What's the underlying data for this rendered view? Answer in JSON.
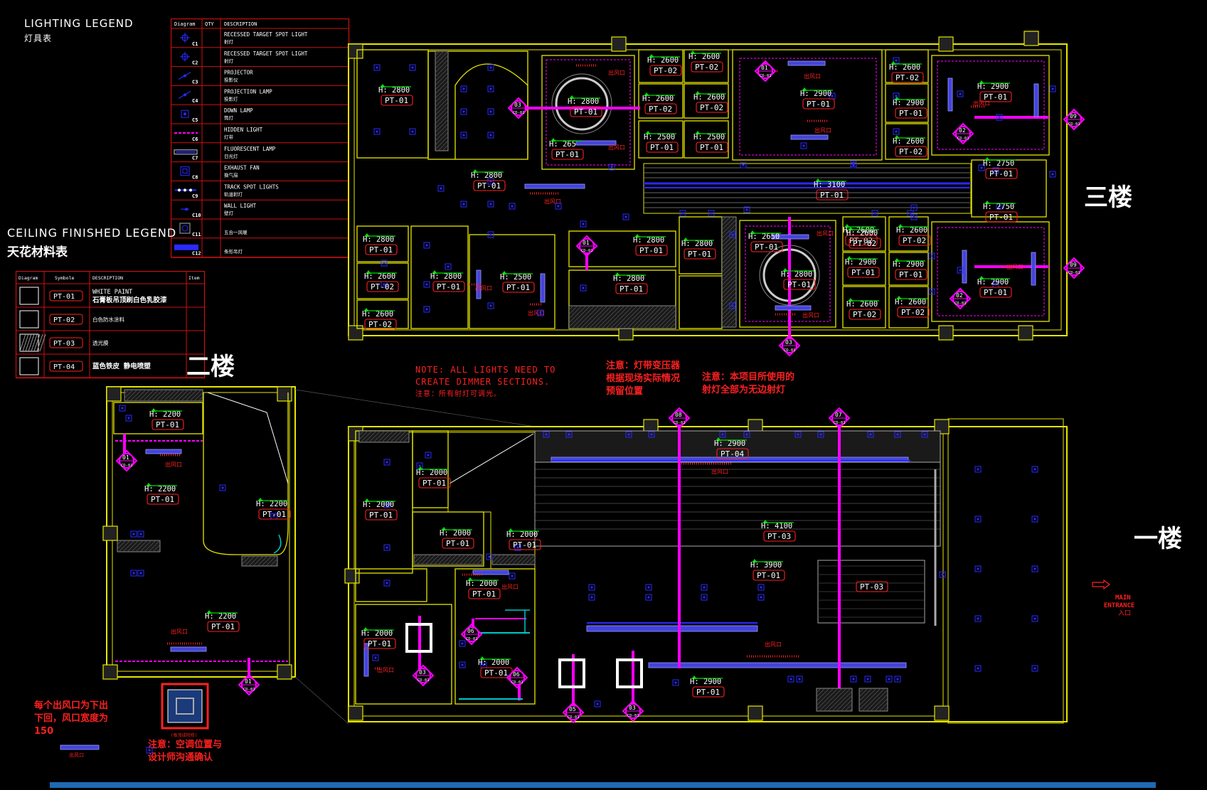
{
  "lighting_legend": {
    "title": "LIGHTING LEGEND",
    "subtitle": "灯具表",
    "headers": [
      "Diagram",
      "QTY",
      "DESCRIPTION"
    ],
    "rows": [
      {
        "code": "C1",
        "en": "RECESSED TARGET SPOT LIGHT",
        "cn": "射灯"
      },
      {
        "code": "C2",
        "en": "RECESSED TARGET SPOT LIGHT",
        "cn": "射灯"
      },
      {
        "code": "C3",
        "en": "PROJECTOR",
        "cn": "投影仪"
      },
      {
        "code": "C4",
        "en": "PROJECTION LAMP",
        "cn": "投影灯"
      },
      {
        "code": "C5",
        "en": "DOWN LAMP",
        "cn": "筒灯"
      },
      {
        "code": "C6",
        "en": "HIDDEN LIGHT",
        "cn": "灯带"
      },
      {
        "code": "C7",
        "en": "FLUORESCENT LAMP",
        "cn": "日光灯"
      },
      {
        "code": "C8",
        "en": "EXHAUST FAN",
        "cn": "换气扇"
      },
      {
        "code": "C9",
        "en": "TRACK SPOT LIGHTS",
        "cn": "轨道射灯"
      },
      {
        "code": "C10",
        "en": "WALL LIGHT",
        "cn": "壁灯"
      },
      {
        "code": "C11",
        "en": "",
        "cn": "五合一风暖"
      },
      {
        "code": "C12",
        "en": "",
        "cn": "条形吊灯"
      }
    ]
  },
  "ceiling_legend": {
    "title": "CEILING FINISHED LEGEND",
    "subtitle": "天花材料表",
    "headers": [
      "Diagram",
      "Symbole",
      "DESCRIPTION",
      "Item"
    ],
    "rows": [
      {
        "symbol": "PT-01",
        "en": "WHITE PAINT",
        "cn": "石膏板吊顶刷白色乳胶漆"
      },
      {
        "symbol": "PT-02",
        "en": "",
        "cn": "白色防水涂料"
      },
      {
        "symbol": "PT-03",
        "en": "",
        "cn": "透光膜"
      },
      {
        "symbol": "PT-04",
        "en": "",
        "cn": "蓝色铁皮 静电喷塑"
      }
    ]
  },
  "floor_labels": {
    "third": "三楼",
    "second": "二楼",
    "first": "一楼"
  },
  "notes": {
    "dimmer_en": "NOTE: ALL LIGHTS NEED TO CREATE DIMMER SECTIONS.",
    "dimmer_cn": "注意：所有射灯可调光。",
    "transformer_1": "注意：灯带变压器",
    "transformer_2": "根据现场实际情况",
    "transformer_3": "预留位置",
    "spot_1": "注意：本项目所使用的",
    "spot_2": "射灯全部为无边射灯",
    "vent_1": "每个出风口为下出",
    "vent_2": "下回，风口宽度为",
    "vent_3": "150",
    "vent_legend": "出风口",
    "ac_1": "注意：空调位置与",
    "ac_2": "设计师沟通确认",
    "ac_box_label": "(板顶成检修)",
    "entrance_1": "MAIN",
    "entrance_2": "ENTRANCE",
    "entrance_3": "入口"
  },
  "tags": {
    "third_floor": [
      {
        "h": "H: 2800",
        "pt": "PT-01"
      },
      {
        "h": "H: 2800",
        "pt": "PT-01"
      },
      {
        "h": "H: 2800",
        "pt": "PT-01"
      },
      {
        "h": "H: 265",
        "pt": "PT-01"
      },
      {
        "h": "H: 2600",
        "pt": "PT-02"
      },
      {
        "h": "H: 2600",
        "pt": "PT-02"
      },
      {
        "h": "H: 2600",
        "pt": "PT-02"
      },
      {
        "h": "H: 2600",
        "pt": "PT-02"
      },
      {
        "h": "H: 2500",
        "pt": "PT-01"
      },
      {
        "h": "H: 2500",
        "pt": "PT-01"
      },
      {
        "h": "H: 2900",
        "pt": "PT-01"
      },
      {
        "h": "H: 2600",
        "pt": "PT-02"
      },
      {
        "h": "H: 2900",
        "pt": "PT-01"
      },
      {
        "h": "H: 2600",
        "pt": "PT-02"
      },
      {
        "h": "H: 2900",
        "pt": "PT-01"
      },
      {
        "h": "H: 2750",
        "pt": "PT-01"
      },
      {
        "h": "H: 3100",
        "pt": "PT-01"
      },
      {
        "h": "H: 2750",
        "pt": "PT-01"
      },
      {
        "h": "H: 2600",
        "pt": "PT-02"
      },
      {
        "h": "H: 2600",
        "pt": "PT-02"
      },
      {
        "h": "H: 2600",
        "pt": "PT-02"
      },
      {
        "h": "H: 2800",
        "pt": "PT-01"
      },
      {
        "h": "H: 2800",
        "pt": "PT-01"
      },
      {
        "h": "H: 2500",
        "pt": "PT-01"
      },
      {
        "h": "H: 2800",
        "pt": "PT-01"
      },
      {
        "h": "H: 2800",
        "pt": "PT-01"
      },
      {
        "h": "H: 2800",
        "pt": "PT-01"
      },
      {
        "h": "H: 2650",
        "pt": "PT-01"
      },
      {
        "h": "H: 2800",
        "pt": "PT-01"
      },
      {
        "h": "H: 2600",
        "pt": "PT-02"
      },
      {
        "h": "H: 2600",
        "pt": "PT-02"
      },
      {
        "h": "H: 2900",
        "pt": "PT-01"
      },
      {
        "h": "H: 2900",
        "pt": "PT-01"
      },
      {
        "h": "H: 2600",
        "pt": "PT-02"
      },
      {
        "h": "H: 2600",
        "pt": "PT-02"
      },
      {
        "h": "H: 2900",
        "pt": "PT-01"
      }
    ],
    "second_floor": [
      {
        "h": "H: 2200",
        "pt": "PT-01"
      },
      {
        "h": "H: 2200",
        "pt": "PT-01"
      },
      {
        "h": "H: 2200",
        "pt": "PT-01"
      },
      {
        "h": "H: 2200",
        "pt": "PT-01"
      }
    ],
    "first_floor": [
      {
        "h": "H: 2000",
        "pt": "PT-01"
      },
      {
        "h": "H: 2000",
        "pt": "PT-01"
      },
      {
        "h": "H: 2000",
        "pt": "PT-01"
      },
      {
        "h": "H: 2000",
        "pt": "PT-01"
      },
      {
        "h": "H: 2000",
        "pt": "PT-01"
      },
      {
        "h": "H: 2000",
        "pt": "PT-01"
      },
      {
        "h": "H: 2000",
        "pt": "PT-01"
      },
      {
        "h": "H: 2900",
        "pt": "PT-04"
      },
      {
        "h": "H: 4100",
        "pt": "PT-03"
      },
      {
        "h": "H: 3900",
        "pt": "PT-01"
      },
      {
        "h": "",
        "pt": "PT-03"
      },
      {
        "h": "H: 2900",
        "pt": "PT-01"
      }
    ]
  },
  "section_markers": [
    "03",
    "01",
    "09",
    "02",
    "01",
    "03",
    "02",
    "09",
    "01",
    "01",
    "08",
    "07",
    "05",
    "06",
    "03",
    "06",
    "05",
    "03"
  ],
  "section_sub": "CD-01",
  "vent_label": "出风口",
  "colors": {
    "wall": "#e6e600",
    "tag_red": "#ff2020",
    "light_blue": "#2a2aff",
    "magenta": "#ff00ff",
    "green": "#00dd00",
    "cyan": "#00c8c8",
    "legend_border": "#d01010"
  }
}
